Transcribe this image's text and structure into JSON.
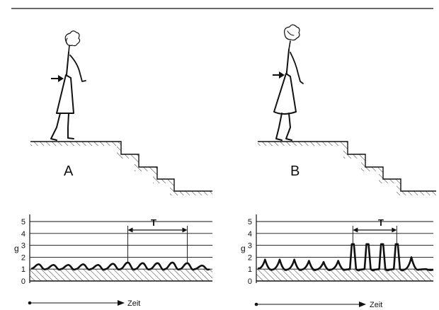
{
  "panels": [
    {
      "letter": "A",
      "y_axis_label": "g",
      "y_ticks": [
        "0",
        "1",
        "2",
        "3",
        "4",
        "5"
      ],
      "period_label": "T",
      "time_label": "Zeit",
      "waveform": "flat",
      "chart_data": {
        "type": "line",
        "ylabel": "g",
        "xlabel": "Zeit",
        "ylim": [
          0,
          5
        ],
        "grid": true,
        "peaks": [
          1.4,
          1.35,
          1.35,
          1.4,
          1.35,
          1.45,
          1.55,
          1.5,
          1.5,
          1.55,
          1.5,
          1.3
        ],
        "troughs": [
          0.85,
          0.8,
          0.8,
          0.8,
          0.75,
          0.8,
          0.75,
          0.8,
          0.75,
          0.8,
          0.75,
          0.8
        ]
      }
    },
    {
      "letter": "B",
      "y_axis_label": "g",
      "y_ticks": [
        "0",
        "1",
        "2",
        "3",
        "4",
        "5"
      ],
      "period_label": "T",
      "time_label": "Zeit",
      "waveform": "spiky",
      "chart_data": {
        "type": "line",
        "ylabel": "g",
        "xlabel": "Zeit",
        "ylim": [
          0,
          5
        ],
        "grid": true,
        "peaks": [
          1.8,
          1.8,
          1.8,
          1.7,
          1.6,
          1.7,
          3.1,
          3.1,
          3.1,
          3.1,
          2.0,
          1.0
        ],
        "troughs": [
          0.8,
          0.75,
          0.75,
          0.75,
          0.75,
          0.8,
          0.8,
          0.8,
          0.8,
          0.8,
          0.8,
          0.85
        ]
      }
    }
  ]
}
